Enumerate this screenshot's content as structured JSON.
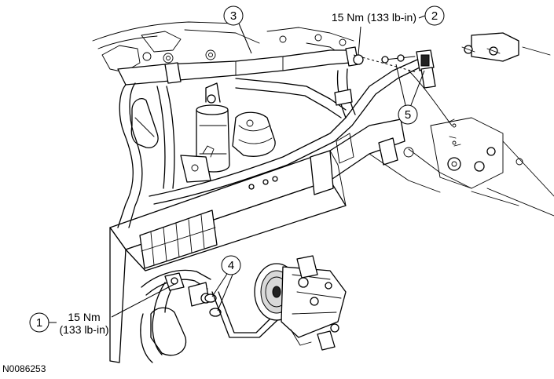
{
  "figure_id": "N0086253",
  "callouts": [
    {
      "number": "1",
      "lines": [
        "15 Nm",
        "(133 lb-in)"
      ]
    },
    {
      "number": "2",
      "lines": [
        "15 Nm (133 lb-in)"
      ]
    },
    {
      "number": "3",
      "lines": []
    },
    {
      "number": "4",
      "lines": []
    },
    {
      "number": "5",
      "lines": []
    }
  ]
}
